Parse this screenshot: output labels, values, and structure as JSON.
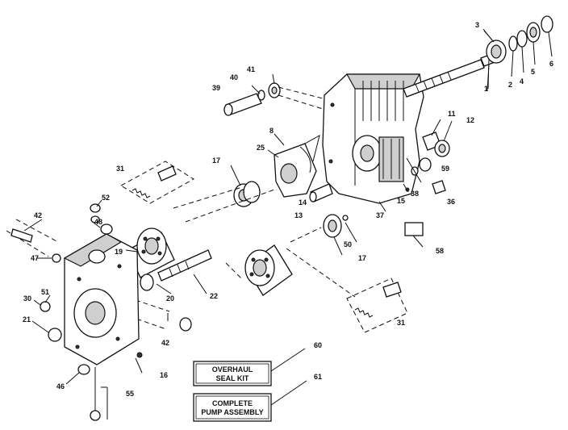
{
  "callouts": [
    "1",
    "2",
    "3",
    "4",
    "5",
    "6",
    "8",
    "11",
    "12",
    "13",
    "14",
    "15",
    "16",
    "17",
    "17",
    "19",
    "20",
    "21",
    "22",
    "25",
    "30",
    "31",
    "31",
    "36",
    "37",
    "38",
    "39",
    "40",
    "41",
    "42",
    "42",
    "46",
    "47",
    "48",
    "50",
    "51",
    "52",
    "55",
    "58",
    "59",
    "60",
    "61"
  ],
  "labels": {
    "overhaul_line1": "OVERHAUL",
    "overhaul_line2": "SEAL KIT",
    "complete_line1": "COMPLETE",
    "complete_line2": "PUMP ASSEMBLY"
  }
}
